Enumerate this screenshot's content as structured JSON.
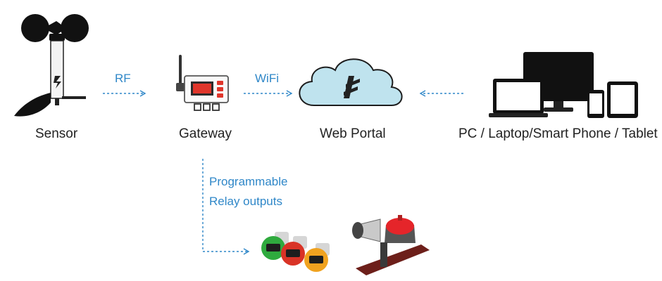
{
  "nodes": {
    "sensor": "Sensor",
    "gateway": "Gateway",
    "portal": "Web Portal",
    "devices": "PC / Laptop/Smart Phone / Tablet"
  },
  "links": {
    "rf": "RF",
    "wifi": "WiFi",
    "relay_line1": "Programmable",
    "relay_line2": "Relay outputs"
  },
  "colors": {
    "arrow": "#2f87c8",
    "cloud_fill": "#bfe3ee",
    "display_red": "#e0362b"
  },
  "icons": [
    "anemometer-icon",
    "gateway-icon",
    "cloud-icon",
    "devices-icon",
    "indicator-lights-icon",
    "siren-beacon-icon"
  ]
}
